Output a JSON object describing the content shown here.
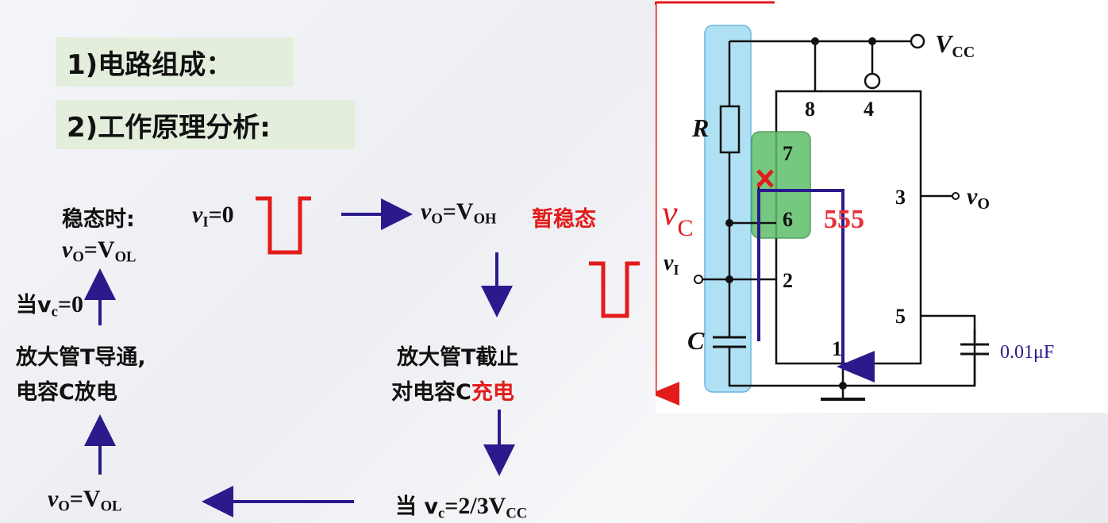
{
  "headings": {
    "composition": "1)电路组成：",
    "analysis": "2)工作原理分析:"
  },
  "flow": {
    "steady_label": "稳态时:",
    "steady_v": "v",
    "steady_sub": "O",
    "steady_eq": "=V",
    "steady_eq_sub": "OL",
    "input_v": "v",
    "input_sub": "I",
    "input_eq": "=0",
    "output_v": "v",
    "output_sub": "O",
    "output_eq": "=V",
    "output_eq_sub": "OH",
    "temp_state": "暂稳态",
    "cutoff_line1": "放大管T截止",
    "cutoff_line2_pre": "对电容C",
    "cutoff_line2_red": "充电",
    "threshold_pre": "当 v",
    "threshold_sub": "c",
    "threshold_eq": "=2/3V",
    "threshold_eq_sub": "CC",
    "bottom_v": "v",
    "bottom_sub": "O",
    "bottom_eq": "=V",
    "bottom_eq_sub": "OL",
    "conduct_line1": "放大管T导通,",
    "conduct_line2": "电容C放电",
    "discharge_pre": "当v",
    "discharge_sub": "c",
    "discharge_eq": "=0"
  },
  "circuit": {
    "vcc": "V",
    "vcc_sub": "CC",
    "pin8": "8",
    "pin4": "4",
    "pin7": "7",
    "pin6": "6",
    "pin3": "3",
    "pin2": "2",
    "pin5": "5",
    "pin1": "1",
    "chip": "555",
    "r_label": "R",
    "c_label": "C",
    "vc_label": "v",
    "vc_sub": "C",
    "vi_label": "v",
    "vi_sub": "I",
    "vo_label": "v",
    "vo_sub": "O",
    "cap_value": "0.01μF"
  },
  "colors": {
    "heading_bg": "#e3eedc",
    "arrow": "#2a1a8c",
    "red": "#e31b1b",
    "highlight_blue": "#a8ddf2",
    "highlight_green": "#5fbf6a",
    "chip_red": "#e8313a"
  }
}
